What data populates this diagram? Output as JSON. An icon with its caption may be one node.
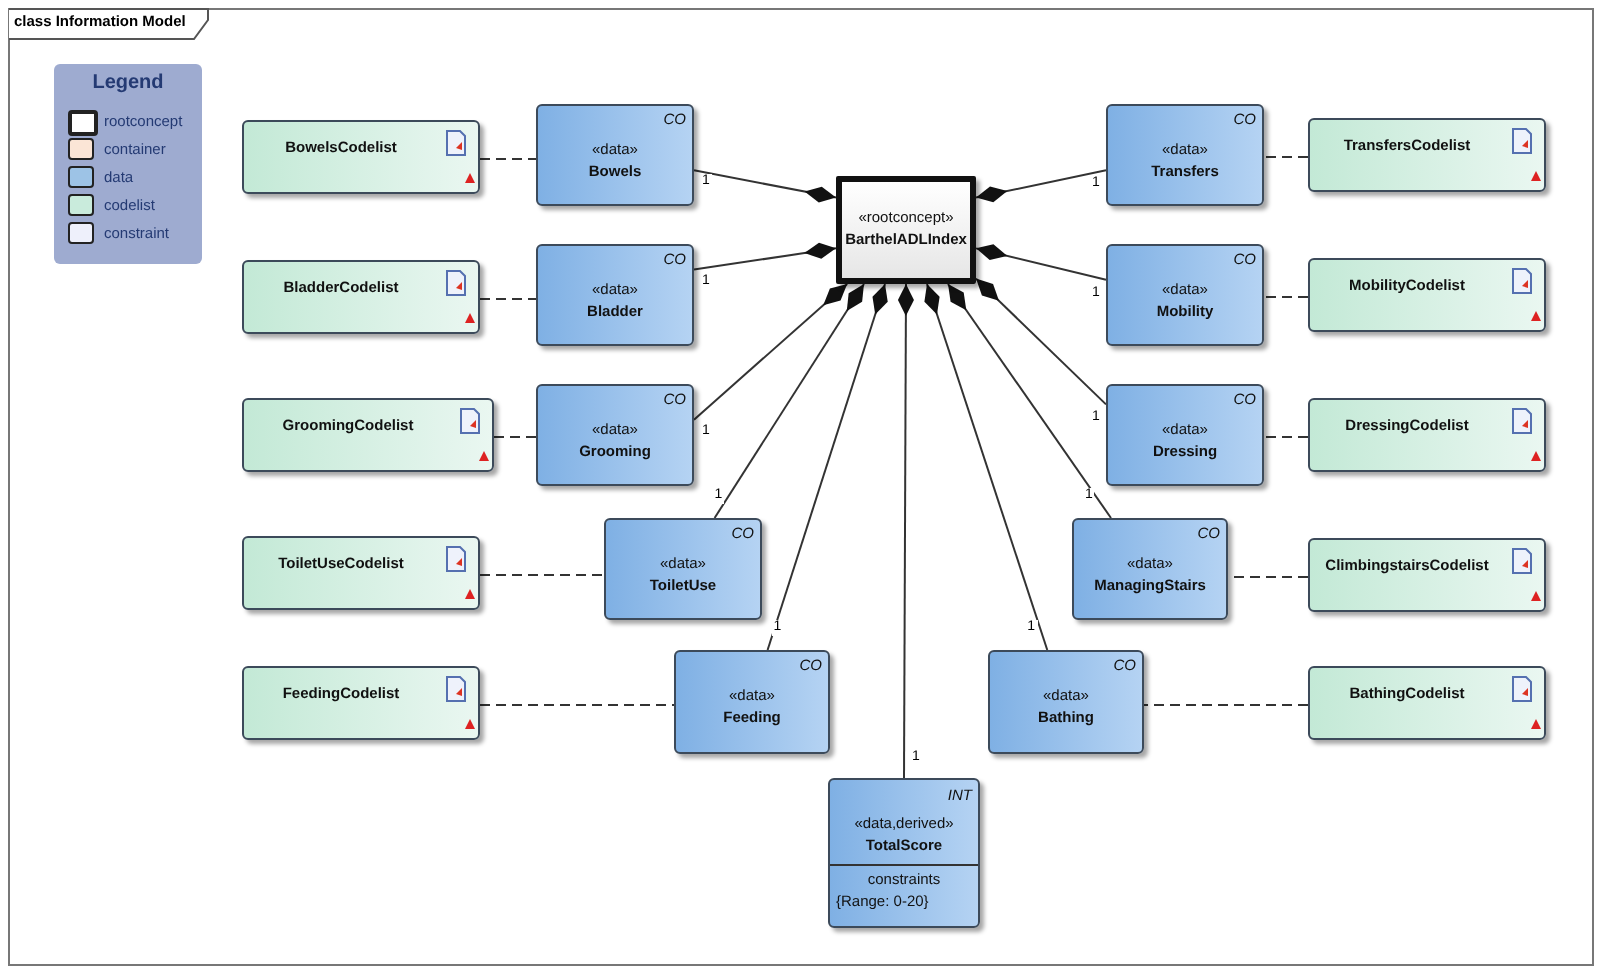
{
  "diagram": {
    "title": "class Information Model",
    "nodes": [
      {
        "text": [
          "«rootconcept»",
          "BarthelADLIndex"
        ]
      },
      {
        "text": [
          "CO",
          "«data»",
          "Bowels"
        ]
      },
      {
        "text": [
          "CO",
          "«data»",
          "Bladder"
        ]
      },
      {
        "text": [
          "CO",
          "«data»",
          "Grooming"
        ]
      },
      {
        "text": [
          "CO",
          "«data»",
          "ToiletUse"
        ]
      },
      {
        "text": [
          "CO",
          "«data»",
          "Feeding"
        ]
      },
      {
        "text": [
          "CO",
          "«data»",
          "Transfers"
        ]
      },
      {
        "text": [
          "CO",
          "«data»",
          "Mobility"
        ]
      },
      {
        "text": [
          "CO",
          "«data»",
          "Dressing"
        ]
      },
      {
        "text": [
          "CO",
          "«data»",
          "ManagingStairs"
        ]
      },
      {
        "text": [
          "CO",
          "«data»",
          "Bathing"
        ]
      },
      {
        "text": [
          "INT",
          "«data,derived»",
          "TotalScore",
          "constraints",
          "{Range: 0-20}"
        ]
      },
      {
        "text": [
          "BowelsCodelist"
        ]
      },
      {
        "text": [
          "BladderCodelist"
        ]
      },
      {
        "text": [
          "GroomingCodelist"
        ]
      },
      {
        "text": [
          "ToiletUseCodelist"
        ]
      },
      {
        "text": [
          "FeedingCodelist"
        ]
      },
      {
        "text": [
          "TransfersCodelist"
        ]
      },
      {
        "text": [
          "MobilityCodelist"
        ]
      },
      {
        "text": [
          "DressingCodelist"
        ]
      },
      {
        "text": [
          "ClimbingstairsCodelist"
        ]
      },
      {
        "text": [
          "BathingCodelist"
        ]
      }
    ],
    "edges": [
      {
        "from": 0,
        "to": 1,
        "arrow": "other",
        "label": "1"
      },
      {
        "from": 0,
        "to": 2,
        "arrow": "other",
        "label": "1"
      },
      {
        "from": 0,
        "to": 3,
        "arrow": "other",
        "label": "1"
      },
      {
        "from": 0,
        "to": 4,
        "arrow": "other",
        "label": "1"
      },
      {
        "from": 0,
        "to": 5,
        "arrow": "other",
        "label": "1"
      },
      {
        "from": 0,
        "to": 11,
        "arrow": "other",
        "label": "1"
      },
      {
        "from": 0,
        "to": 10,
        "arrow": "other",
        "label": "1"
      },
      {
        "from": 0,
        "to": 9,
        "arrow": "other",
        "label": "1"
      },
      {
        "from": 0,
        "to": 8,
        "arrow": "other",
        "label": "1"
      },
      {
        "from": 0,
        "to": 7,
        "arrow": "other",
        "label": "1"
      },
      {
        "from": 0,
        "to": 6,
        "arrow": "other",
        "label": "1"
      },
      {
        "from": 12,
        "to": 1,
        "arrow": "none",
        "style": "dashed"
      },
      {
        "from": 13,
        "to": 2,
        "arrow": "none",
        "style": "dashed"
      },
      {
        "from": 14,
        "to": 3,
        "arrow": "none",
        "style": "dashed"
      },
      {
        "from": 15,
        "to": 4,
        "arrow": "none",
        "style": "dashed"
      },
      {
        "from": 16,
        "to": 5,
        "arrow": "none",
        "style": "dashed"
      },
      {
        "from": 17,
        "to": 6,
        "arrow": "none",
        "style": "dashed"
      },
      {
        "from": 18,
        "to": 7,
        "arrow": "none",
        "style": "dashed"
      },
      {
        "from": 19,
        "to": 8,
        "arrow": "none",
        "style": "dashed"
      },
      {
        "from": 20,
        "to": 9,
        "arrow": "none",
        "style": "dashed"
      },
      {
        "from": 21,
        "to": 10,
        "arrow": "none",
        "style": "dashed"
      }
    ],
    "labels": [
      "Legend"
    ],
    "legend": [
      {
        "text": "rootconcept",
        "color": "#ffffff"
      },
      {
        "text": "container",
        "color": "#fbe5d6"
      },
      {
        "text": "data",
        "color": "#9dc3e6"
      },
      {
        "text": "codelist",
        "color": "#c9ebdc"
      },
      {
        "text": "constraint",
        "color": "#eef0fb"
      }
    ]
  }
}
